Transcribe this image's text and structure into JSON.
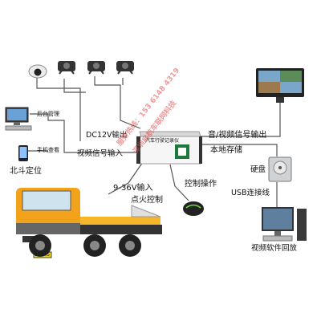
{
  "labels": {
    "backend": "后台管理",
    "phone": "手机查看",
    "beidou": "北斗定位",
    "dc12v": "DC12V输出",
    "video_in": "视频信号输入",
    "av_out": "音/视频信号输出",
    "local_storage": "本地存储",
    "hdd": "硬盘",
    "usb": "USB连接线",
    "power_in": "9-36V输入",
    "ignition": "点火控制",
    "control": "控制操作",
    "playback": "视频软件回放"
  },
  "devices": {
    "dvr_label": "汽车行驶记录仪",
    "truck_plate": "12345"
  },
  "watermark": {
    "line1": "服务热线：153 6148 4319",
    "line2": "深圳启航车联网科技"
  },
  "colors": {
    "line": "#555555",
    "watermark": "#e04848",
    "truck_cab": "#f2a31b",
    "truck_bed": "#f7b52a"
  }
}
